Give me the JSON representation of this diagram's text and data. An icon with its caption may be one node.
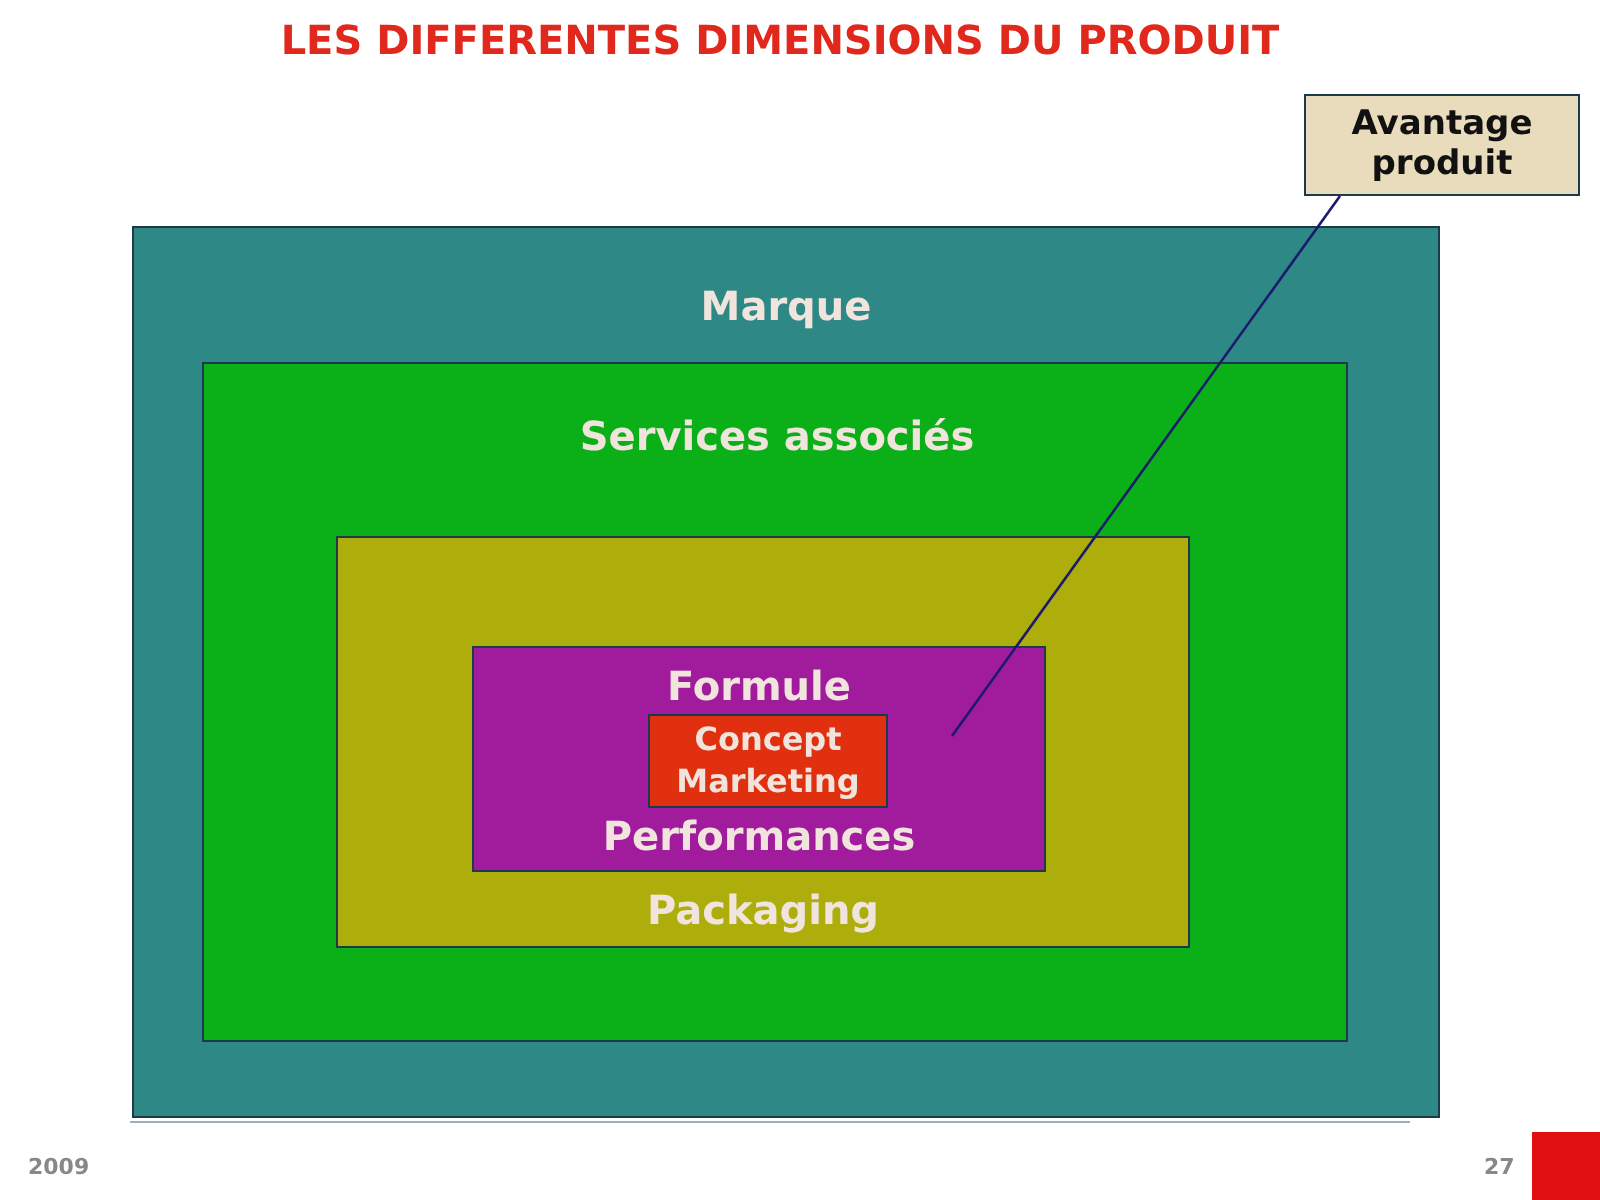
{
  "diagram": {
    "title": "LES DIFFERENTES DIMENSIONS DU PRODUIT",
    "nodes": [
      {
        "text": [
          "Marque"
        ]
      },
      {
        "text": [
          "Services associés"
        ],
        "in": 0
      },
      {
        "text": [
          "Packaging"
        ],
        "in": 1
      },
      {
        "text": [
          "Formule",
          "Performances"
        ],
        "in": 2
      },
      {
        "text": [
          "Concept Marketing"
        ],
        "in": 3
      },
      {
        "text": [
          "Avantage produit"
        ]
      }
    ],
    "edges": [
      {
        "from": 5,
        "to": 3,
        "arrow": "none"
      }
    ],
    "labels": [
      "2009",
      "27"
    ]
  }
}
